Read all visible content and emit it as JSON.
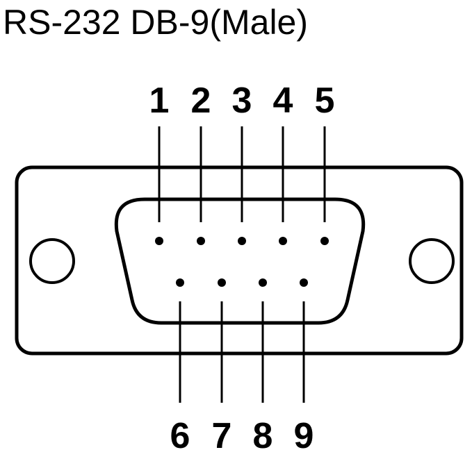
{
  "title": "RS-232 DB-9(Male)",
  "connector": {
    "type": "DB-9",
    "gender": "Male",
    "top_row_pins": [
      "1",
      "2",
      "3",
      "4",
      "5"
    ],
    "bottom_row_pins": [
      "6",
      "7",
      "8",
      "9"
    ]
  },
  "colors": {
    "stroke": "#000000",
    "background": "#ffffff"
  }
}
